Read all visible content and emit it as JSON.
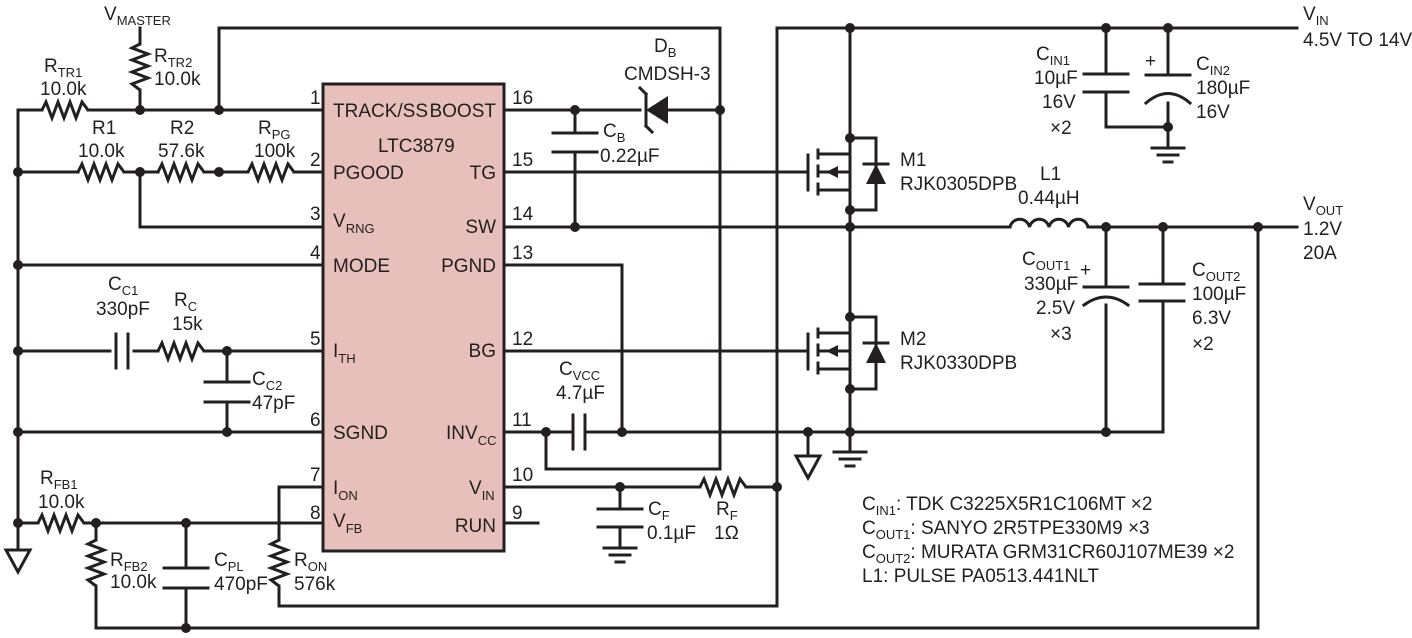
{
  "ic": {
    "name": "LTC3879"
  },
  "pins_left": [
    {
      "num": "1",
      "name": "TRACK/SS",
      "sub": ""
    },
    {
      "num": "2",
      "name": "PGOOD",
      "sub": ""
    },
    {
      "num": "3",
      "name": "V",
      "sub": "RNG"
    },
    {
      "num": "4",
      "name": "MODE",
      "sub": ""
    },
    {
      "num": "5",
      "name": "I",
      "sub": "TH"
    },
    {
      "num": "6",
      "name": "SGND",
      "sub": ""
    },
    {
      "num": "7",
      "name": "I",
      "sub": "ON"
    },
    {
      "num": "8",
      "name": "V",
      "sub": "FB"
    }
  ],
  "pins_right": [
    {
      "num": "16",
      "name": "BOOST",
      "sub": ""
    },
    {
      "num": "15",
      "name": "TG",
      "sub": ""
    },
    {
      "num": "14",
      "name": "SW",
      "sub": ""
    },
    {
      "num": "13",
      "name": "PGND",
      "sub": ""
    },
    {
      "num": "12",
      "name": "BG",
      "sub": ""
    },
    {
      "num": "11",
      "name": "INV",
      "sub": "CC"
    },
    {
      "num": "10",
      "name": "V",
      "sub": "IN"
    },
    {
      "num": "9",
      "name": "RUN",
      "sub": ""
    }
  ],
  "labels": {
    "vmaster": {
      "name": "V",
      "sub": "MASTER"
    },
    "rtr1": {
      "name": "R",
      "sub": "TR1",
      "value": "10.0k"
    },
    "rtr2": {
      "name": "R",
      "sub": "TR2",
      "value": "10.0k"
    },
    "r1": {
      "name": "R1",
      "value": "10.0k"
    },
    "r2": {
      "name": "R2",
      "value": "57.6k"
    },
    "rpg": {
      "name": "R",
      "sub": "PG",
      "value": "100k"
    },
    "cc1": {
      "name": "C",
      "sub": "C1",
      "value": "330pF"
    },
    "rc": {
      "name": "R",
      "sub": "C",
      "value": "15k"
    },
    "cc2": {
      "name": "C",
      "sub": "C2",
      "value": "47pF"
    },
    "rfb1": {
      "name": "R",
      "sub": "FB1",
      "value": "10.0k"
    },
    "rfb2": {
      "name": "R",
      "sub": "FB2",
      "value": "10.0k"
    },
    "cpl": {
      "name": "C",
      "sub": "PL",
      "value": "470pF"
    },
    "ron": {
      "name": "R",
      "sub": "ON",
      "value": "576k"
    },
    "db": {
      "name": "D",
      "sub": "B",
      "value": "CMDSH-3"
    },
    "cb": {
      "name": "C",
      "sub": "B",
      "value": "0.22µF"
    },
    "cvcc": {
      "name": "C",
      "sub": "VCC",
      "value": "4.7µF"
    },
    "cf": {
      "name": "C",
      "sub": "F",
      "value": "0.1µF"
    },
    "rf": {
      "name": "R",
      "sub": "F",
      "value": "1Ω"
    },
    "m1": {
      "name": "M1",
      "part": "RJK0305DPB"
    },
    "m2": {
      "name": "M2",
      "part": "RJK0330DPB"
    },
    "l1": {
      "name": "L1",
      "value": "0.44µH"
    },
    "vin": {
      "name": "V",
      "sub": "IN",
      "range": "4.5V TO 14V"
    },
    "vout": {
      "name": "V",
      "sub": "OUT",
      "line1": "1.2V",
      "line2": "20A"
    },
    "cin1": {
      "name": "C",
      "sub": "IN1",
      "value": "10µF",
      "rating": "16V",
      "qty": "×2"
    },
    "cin2": {
      "name": "C",
      "sub": "IN2",
      "value": "180µF",
      "rating": "16V"
    },
    "cout1": {
      "name": "C",
      "sub": "OUT1",
      "value": "330µF",
      "rating": "2.5V",
      "qty": "×3"
    },
    "cout2": {
      "name": "C",
      "sub": "OUT2",
      "value": "100µF",
      "rating": "6.3V",
      "qty": "×2"
    },
    "plus": "+"
  },
  "bom": [
    {
      "name": "C",
      "sub": "IN1",
      "text": ": TDK C3225X5R1C106MT ×2"
    },
    {
      "name": "C",
      "sub": "OUT1",
      "text": ": SANYO 2R5TPE330M9 ×3"
    },
    {
      "name": "C",
      "sub": "OUT2",
      "text": ": MURATA GRM31CR60J107ME39 ×2"
    },
    {
      "name": "L1",
      "sub": "",
      "text": ": PULSE PA0513.441NLT"
    }
  ]
}
